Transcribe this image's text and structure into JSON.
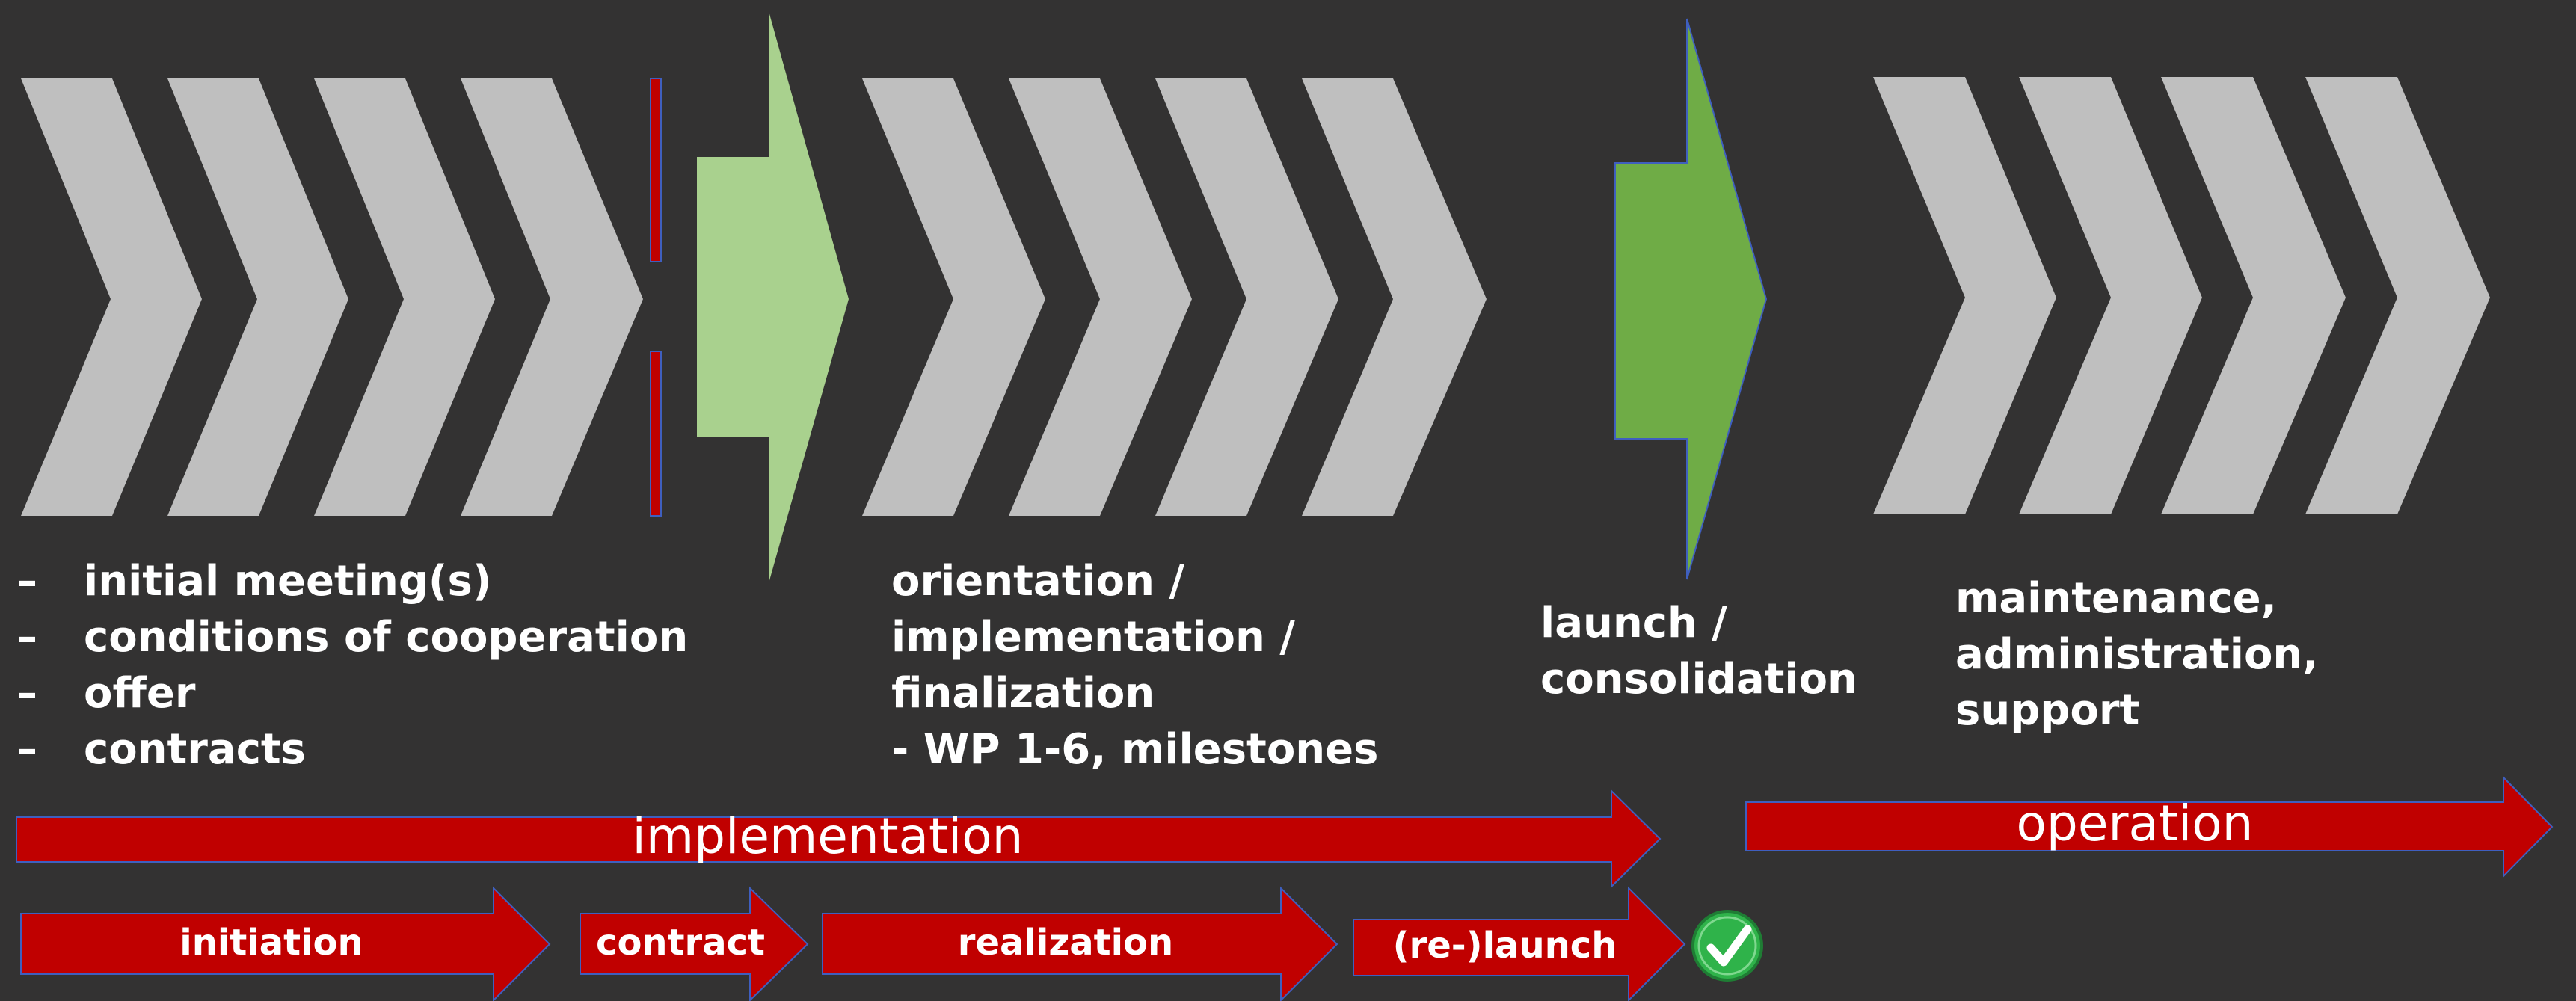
{
  "colors": {
    "background": "#333232",
    "chevron": "#bfbfbf",
    "light_green": "#a9d18e",
    "dark_green": "#6fac46",
    "red": "#c00000",
    "check_green": "#2fb34a"
  },
  "phases": {
    "initiation_bullets": [
      "initial meeting(s)",
      "conditions of cooperation",
      "offer",
      "contracts"
    ],
    "bullet_dash": "–",
    "realization_text": [
      "orientation /",
      "implementation /",
      "finalization",
      "- WP 1-6, milestones"
    ],
    "launch_text": [
      "launch /",
      "consolidation"
    ],
    "operation_text": [
      "maintenance,",
      "administration,",
      "support"
    ]
  },
  "bars": {
    "implementation": "implementation",
    "operation": "operation",
    "initiation": "initiation",
    "contract": "contract",
    "realization": "realization",
    "relaunch": "(re-)launch"
  },
  "icons": {
    "checkmark": "check-circle-icon"
  }
}
